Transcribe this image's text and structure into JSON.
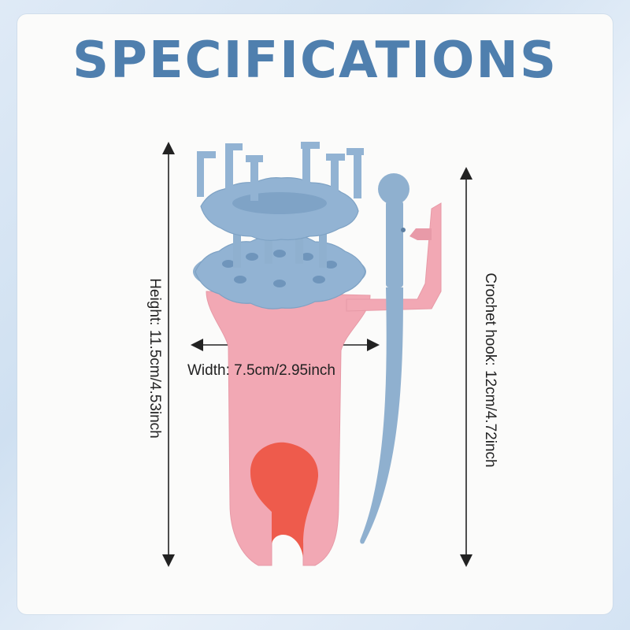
{
  "title": "SPECIFICATIONS",
  "dimensions": {
    "height": "Height: 11.5cm/4.53inch",
    "width": "Width: 7.5cm/2.95inch",
    "hook": "Crochet hook: 12cm/4.72inch"
  },
  "colors": {
    "title": "#4f7fae",
    "body_pink": "#f2a8b4",
    "opening_red": "#ee5b4c",
    "ring_blue": "#8fb0cf"
  }
}
